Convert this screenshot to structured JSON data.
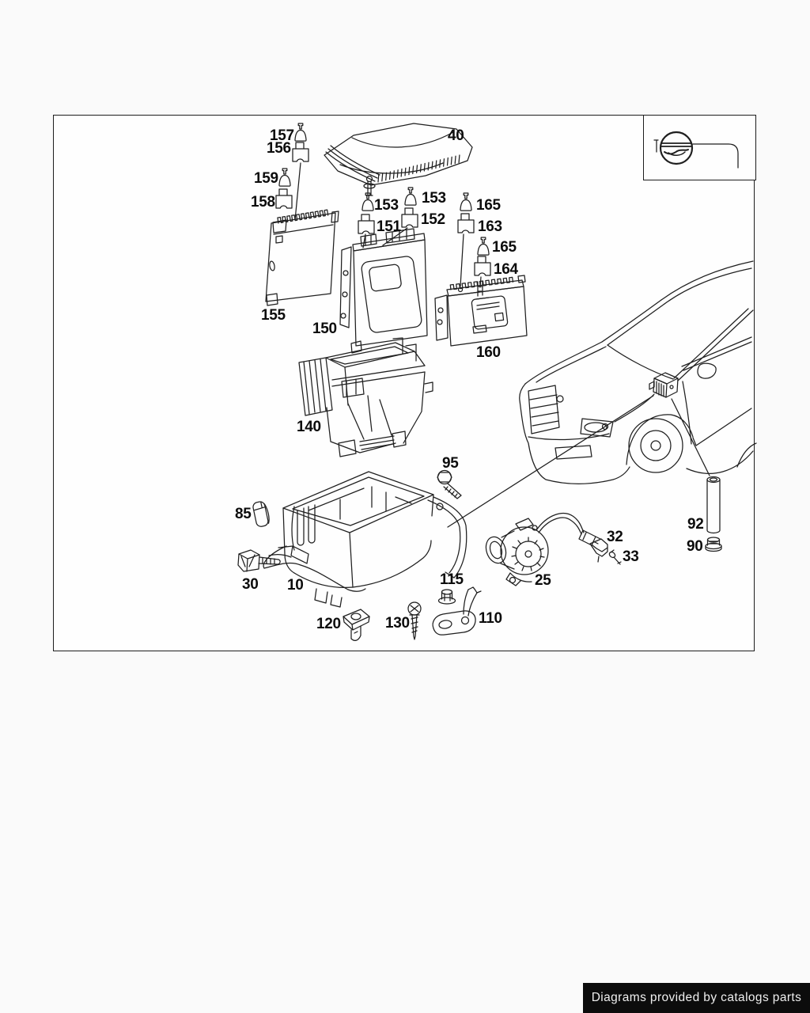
{
  "page": {
    "background": "#fafafa",
    "watermark": {
      "text": "Diagrams provided by catalogs parts",
      "bg": "#0c0c0c",
      "fg": "#efefef"
    }
  },
  "diagram": {
    "type": "exploded-parts-diagram",
    "subject": "engine-compartment control unit box with control modules, cover, carrier and horn",
    "line_color": "#1f1f1f",
    "frame_color": "#1d1d1d",
    "legend_icon": "instrument-panel-pictogram",
    "callouts": [
      {
        "label": "157"
      },
      {
        "label": "156"
      },
      {
        "label": "159"
      },
      {
        "label": "158"
      },
      {
        "label": "40"
      },
      {
        "label": "153"
      },
      {
        "label": "151"
      },
      {
        "label": "153"
      },
      {
        "label": "152"
      },
      {
        "label": "165"
      },
      {
        "label": "163"
      },
      {
        "label": "165"
      },
      {
        "label": "164"
      },
      {
        "label": "155"
      },
      {
        "label": "150"
      },
      {
        "label": "160"
      },
      {
        "label": "140"
      },
      {
        "label": "95"
      },
      {
        "label": "85"
      },
      {
        "label": "30"
      },
      {
        "label": "10"
      },
      {
        "label": "115"
      },
      {
        "label": "120"
      },
      {
        "label": "130"
      },
      {
        "label": "110"
      },
      {
        "label": "25"
      },
      {
        "label": "32"
      },
      {
        "label": "33"
      },
      {
        "label": "92"
      },
      {
        "label": "90"
      }
    ]
  }
}
